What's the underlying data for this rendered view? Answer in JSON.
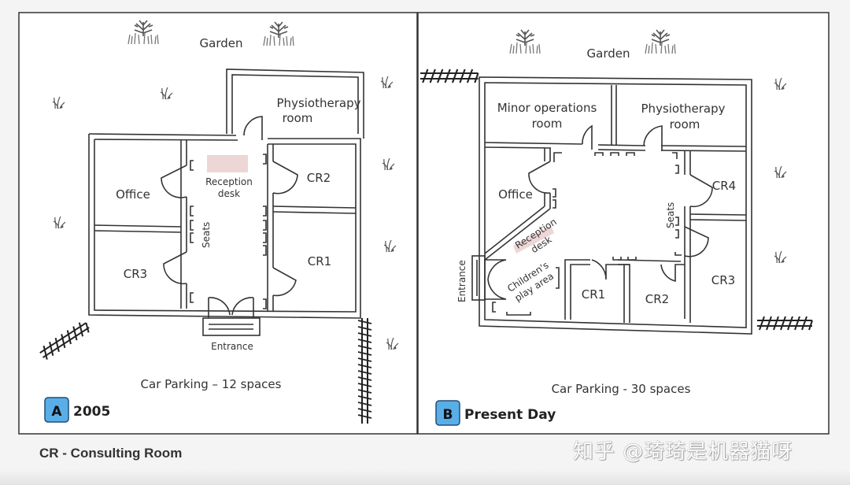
{
  "legend": "CR - Consulting Room",
  "watermark": "知乎 @琦琦是机器猫呀",
  "colors": {
    "badge_fill": "#5aaee8",
    "wall": "#333333",
    "desk": "#e8c9c9"
  },
  "panels": [
    {
      "badge": "A",
      "title": "2005",
      "garden": "Garden",
      "parking": "Car Parking – 12 spaces",
      "rooms": {
        "physio_line1": "Physiotherapy",
        "physio_line2": "room",
        "office": "Office",
        "cr1": "CR1",
        "cr2": "CR2",
        "cr3": "CR3",
        "reception_line1": "Reception",
        "reception_line2": "desk",
        "seats": "Seats",
        "entrance": "Entrance"
      }
    },
    {
      "badge": "B",
      "title": "Present Day",
      "garden": "Garden",
      "parking": "Car Parking -  30 spaces",
      "rooms": {
        "minor_line1": "Minor operations",
        "minor_line2": "room",
        "physio_line1": "Physiotherapy",
        "physio_line2": "room",
        "office": "Office",
        "cr1": "CR1",
        "cr2": "CR2",
        "cr3": "CR3",
        "cr4": "CR4",
        "reception_line1": "Reception",
        "reception_line2": "desk",
        "children_line1": "Children's",
        "children_line2": "play area",
        "seats": "Seats",
        "entrance": "Entrance"
      }
    }
  ]
}
